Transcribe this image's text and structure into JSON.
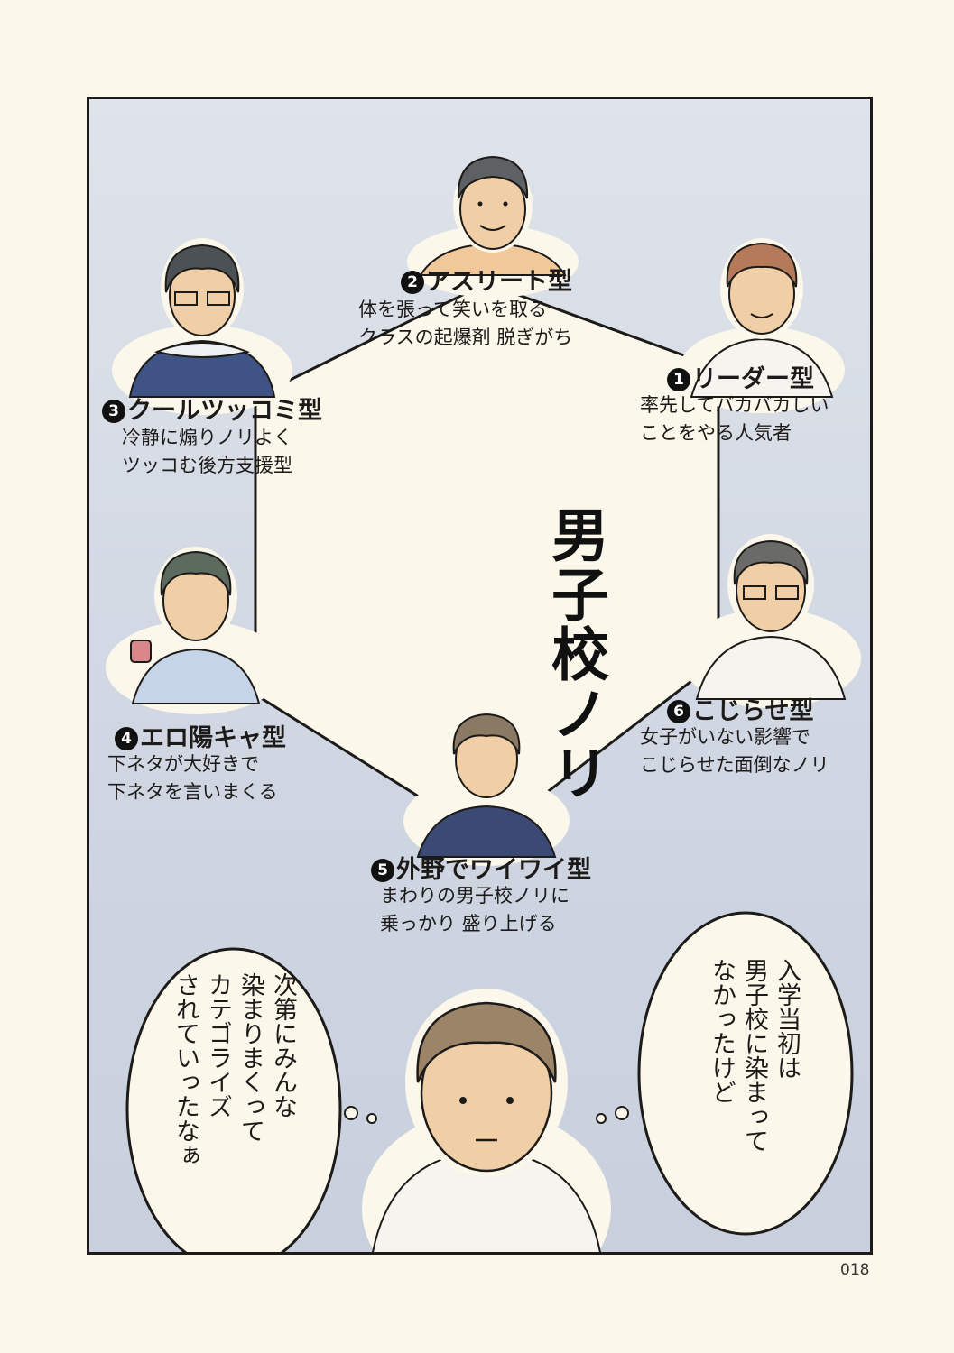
{
  "title": "男子校ノリ",
  "types": [
    {
      "num": "1",
      "name": "リーダー型",
      "desc": [
        "率先してバカバカしい",
        "ことをやる人気者"
      ]
    },
    {
      "num": "2",
      "name": "アスリート型",
      "desc": [
        "体を張って笑いを取る",
        "クラスの起爆剤  脱ぎがち"
      ]
    },
    {
      "num": "3",
      "name": "クールツッコミ型",
      "desc": [
        "冷静に煽りノリよく",
        "ツッコむ後方支援型"
      ]
    },
    {
      "num": "4",
      "name": "エロ陽キャ型",
      "desc": [
        "下ネタが大好きで",
        "下ネタを言いまくる"
      ]
    },
    {
      "num": "5",
      "name": "外野でワイワイ型",
      "desc": [
        "まわりの男子校ノリに",
        "乗っかり  盛り上げる"
      ]
    },
    {
      "num": "6",
      "name": "こじらせ型",
      "desc": [
        "女子がいない影響で",
        "こじらせた面倒なノリ"
      ]
    }
  ],
  "bubbles": {
    "right": [
      "入学当初は",
      "男子校に染まって",
      "なかったけど"
    ],
    "left": [
      "次第にみんな",
      "染まりまくって",
      "カテゴライズ",
      "されていったなぁ"
    ]
  },
  "page_number": "018",
  "colors": {
    "panel_bg": "#d5dbe5",
    "page_bg": "#fbf7ea",
    "ink": "#1d1b19"
  }
}
